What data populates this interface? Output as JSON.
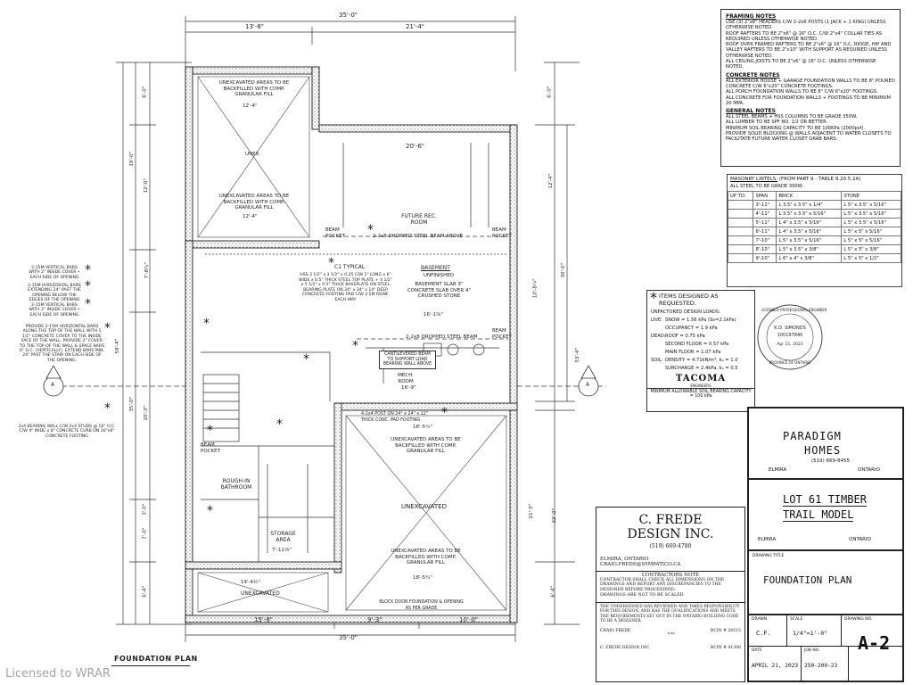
{
  "dimensions": {
    "top_overall": "35'-0\"",
    "top_left": "13'-8\"",
    "top_right": "21'-4\"",
    "bottom_overall": "35'-0\"",
    "bottom_left": "15'-8\"",
    "bottom_mid": "9'-3\"",
    "bottom_right": "10'-0\"",
    "left_a": "18'-0\"",
    "left_b": "6'-0\"",
    "left_c": "12'-0\"",
    "left_d": "7'-8¾\"",
    "left_e": "20'-3\"",
    "left_f": "35'-0\"",
    "left_g": "3'-0\"",
    "left_h": "7'-0\"",
    "left_i": "6'-4\"",
    "left_overall": "59'-4\"",
    "right_a": "6'-0\"",
    "right_b": "12'-4\"",
    "right_c": "30'-0\"",
    "right_d": "53'-4\"",
    "right_e": "21'-3\"",
    "right_f": "22'-0\"",
    "right_g": "6'-4\"",
    "right_h": "10'-8¼\""
  },
  "rooms": {
    "unex_top_note1": "UNEXCAVATED AREAS TO BE BACKFILLED WITH COMP. GRANULAR FILL",
    "unex_top_dim": "12'-4\"",
    "unex_label": "UNEX.",
    "unex_top_note2": "UNEXCAVATED AREAS TO BE BACKFILLED WITH COMP. GRANULAR FILL",
    "unex_top_dim2": "12'-4\"",
    "future_rec": "FUTURE REC. ROOM",
    "rec_dim": "20'-6\"",
    "dropped_beam": "2-2x8 DROPPED STEEL BEAM ABOVE",
    "basement": "BASEMENT",
    "unfinished": "UNFINISHED",
    "basement_slab": "BASEMENT SLAB 3\" CONCRETE SLAB OVER 4\" CRUSHED STONE",
    "c1_typical": "C1 TYPICAL",
    "c1_note": "HSS 3 1/2\" x 3 1/2\" x 0.25 C/W 1\" LONG x 6\" WIDE x 0.5\" THICK STEEL TOP PLATE + 4 1/2\" x 5 1/2\" x 0.5\" THICK BASEPLATE ON STEEL BEARING PLATE ON 34\" x 34\" x 14\" DEEP CONCRETE FOOTING PAD C/W 3 5M REINF. EACH WAY",
    "mech": "MECH. ROOM",
    "mech_dim": "16'-9\"",
    "cantilevered": "CANTILEVERED BEAM TO SUPPORT LOAD BEARING WALL ABOVE",
    "rough_in": "ROUGH-IN BATHROOM",
    "storage": "STORAGE AREA",
    "storage_dim": "7'-11⅛\"",
    "unexcavated": "UNEXCAVATED",
    "unex_mid_note": "UNEXCAVATED AREAS TO BE BACKFILLED WITH COMP. GRANULAR FILL",
    "unex_mid_dim": "18'-5¼\"",
    "unex_low_note": "UNEXCAVATED AREAS TO BE BACKFILLED WITH COMP. GRANULAR FILL",
    "unex_low_dim": "18'-5¼\"",
    "unex_bottom": "UNEXCAVATED",
    "unex_bottom_dim": "14'-4½\"",
    "block_note": "BLOCK DOOR FOUNDATION & OPENING AS PER GRADE",
    "pad_note": "4-2x4 POST ON 24\" x 24\" x 12\" THICK CONC. PAD FOOTING",
    "beam_pocket": "BEAM POCKET",
    "dropped_steel": "2-2x8 DROPPED STEEL BEAM"
  },
  "left_notes": [
    "2-15M VERTICAL BARS WITH 2\" INSIDE COVER • EACH SIDE OF OPENING",
    "2-15M HORIZONTAL BARS EXTENDING 24\" PAST THE OPENING BELOW THE EDGES OF THE OPENING",
    "2-15M VERTICAL BARS WITH 2\" INSIDE COVER • EACH SIDE OF OPENING",
    "PROVIDE 2-15M HORIZONTAL BARS ALONG THE TOP OF THE WALL WITH 1 1/2\" CONCRETE COVER TO THE INSIDE FACE OF THE WALL. PROVIDE 2\" COVER TO THE TOP OF THE WALL & SPACE BARS 6\" O.C. (VERTICALLY). EXTEND BARS MIN. 24\" PAST THE STAIR ON EACH SIDE OF THE OPENING.",
    "2x4 BEARING WALL C/W 2x4 STUDS @ 16\" O.C. C/W 4\" WIDE x 8\" CONCRETE CURB ON 16\"x6\" CONCRETE FOOTING"
  ],
  "section_marker": "A",
  "framing_notes": {
    "title": "FRAMING NOTES",
    "lines": [
      "USE (3) 2\"x8\" HEADERS C/W 2-2x6 POSTS (1 JACK + 1 KING) UNLESS OTHERWISE NOTED.",
      "ROOF RAFTERS TO BE 2\"x6\" @ 16\" O.C. C/W 2\"x4\" COLLAR TIES AS REQUIRED UNLESS OTHERWISE NOTED.",
      "ROOF OVER FRAMED RAFTERS TO BE 2\"x6\" @ 16\" O.C. RIDGE, HIP AND VALLEY RAFTERS TO BE 2\"x10\" WITH SUPPORT AS REQUIRED UNLESS OTHERWISE NOTED.",
      "ALL CEILING JOISTS TO BE 2\"x6\" @ 16\" O.C. UNLESS OTHERWISE NOTED."
    ]
  },
  "concrete_notes": {
    "title": "CONCRETE NOTES",
    "lines": [
      "ALL EXTERIOR HOUSE + GARAGE FOUNDATION WALLS TO BE 8\" POURED CONCRETE C/W 6\"x20\" CONCRETE FOOTINGS.",
      "ALL PORCH FOUNDATION WALLS TO BE 8\" C/W 6\"x20\" FOOTINGS.",
      "ALL CONCRETE FOR FOUNDATION WALLS + FOOTINGS TO BE MINIMUM 20 MPA."
    ]
  },
  "general_notes": {
    "title": "GENERAL NOTES",
    "lines": [
      "ALL STEEL BEAMS + HSS COLUMNS TO BE GRADE 350W.",
      "ALL LUMBER TO BE SPF NO. 1/2 OR BETTER.",
      "MINIMUM SOIL BEARING CAPACITY TO BE 100KPa (2000psf).",
      "PROVIDE SOLID BLOCKING @ WALLS ADJACENT TO WATER CLOSETS TO FACILITATE FUTURE WATER CLOSET GRAB BARS."
    ]
  },
  "lintels": {
    "title": "MASONRY LINTELS:",
    "ref": "(FROM PART 9 - TABLE 9.20.5.2A)",
    "grade": "ALL STEEL TO BE GRADE 300W.",
    "headers": [
      "UP TO:",
      "SPAN",
      "BRICK",
      "STONE"
    ],
    "rows": [
      [
        "",
        "3'-11\"",
        "L 3.5\" x 3.5\" x 1/4\"",
        "L 5\" x 3.5\" x 5/16\""
      ],
      [
        "",
        "4'-11\"",
        "L 3.5\" x 3.5\" x 5/16\"",
        "L 5\" x 3.5\" x 5/16\""
      ],
      [
        "",
        "5'-11\"",
        "L 4\" x 3.5\" x 5/16\"",
        "L 5\" x 3.5\" x 5/16\""
      ],
      [
        "",
        "6'-11\"",
        "L 4\" x 3.5\" x 5/16\"",
        "L 5\" x 5\" x 5/16\""
      ],
      [
        "",
        "7'-10\"",
        "L 5\" x 3.5\" x 5/16\"",
        "L 5\" x 5\" x 5/16\""
      ],
      [
        "",
        "8'-10\"",
        "L 5\" x 3.5\" x 3/8\"",
        "L 5\" x 5\" x 3/8\""
      ],
      [
        "",
        "9'-10\"",
        "L 6\" x 4\" x 3/8\"",
        "L 5\" x 5\" x 1/2\""
      ]
    ]
  },
  "loads": {
    "title": "ITEMS DESIGNED AS REQUESTED.",
    "subtitle": "UNFACTORED DESIGN LOADS:",
    "rows": [
      {
        "k": "LIVE:",
        "v": "SNOW = 1.56 kPa (Ss=2.1kPa)"
      },
      {
        "k": "",
        "v": "OCCUPANCY = 1.9 kPa"
      },
      {
        "k": "DEAD:",
        "v": "ROOF = 0.75 kPa"
      },
      {
        "k": "",
        "v": "SECOND FLOOR = 0.57 kPa"
      },
      {
        "k": "",
        "v": "MAIN FLOOR = 1.07 kPa"
      },
      {
        "k": "SOIL:",
        "v": "DENSITY = 4.71kN/m³, k₀ = 1.0"
      },
      {
        "k": "",
        "v": "SURCHARGE = 2.4kPa, kₐ = 0.5"
      }
    ],
    "brand": "TACOMA",
    "brand_sub": "ENGINEERS",
    "bearing": "MINIMUM ALLOWABLE SOIL BEARING CAPACITY = 100 kPa"
  },
  "seal": {
    "outer": "LICENSED PROFESSIONAL ENGINEER",
    "name": "K.D. SIMONDS",
    "number": "100197840",
    "date": "Apr 21, 2023",
    "province": "PROVINCE OF ONTARIO"
  },
  "designer": {
    "name1": "C. FREDE",
    "name2": "DESIGN INC.",
    "phone": "(519) 669-4780",
    "city": "ELMIRA, ONTARIO",
    "email": "CRAIG.FREDE@SYMPATICO.CA",
    "contractors_title": "CONTRACTORS NOTE",
    "contractors_text": "CONTRACTOR SHALL CHECK ALL DIMENSIONS ON THE DRAWINGS AND REPORT ANY DISCREPANCIES TO THE DESIGNER BEFORE PROCEEDING",
    "not_scaled": "DRAWINGS ARE NOT TO BE SCALED",
    "responsibility": "THE UNDERSIGNED HAS REVIEWED AND TAKES RESPONSIBILITY FOR THIS DESIGN, AND HAS THE QUALIFICATIONS AND MEETS THE REQUIREMENTS SET OUT IN THE ONTARIO BUILDING CODE TO BE A DESIGNER.",
    "person": "CRAIG FREDE",
    "bcin1": "BCIN # 20515",
    "company": "C. FREDE DESIGN INC.",
    "bcin2": "BCIN # 41306"
  },
  "title_block": {
    "client1": "PARADIGM",
    "client2": "HOMES",
    "client_phone": "(519) 669-8455",
    "client_city": "ELMIRA",
    "client_prov": "ONTARIO",
    "project1": "LOT 61 TIMBER",
    "project2": "TRAIL MODEL",
    "project_city": "ELMIRA",
    "project_prov": "ONTARIO",
    "drawing_title_label": "DRAWING TITLE",
    "drawing_title": "FOUNDATION PLAN",
    "drawn_label": "DRAWN",
    "drawn": "C.F.",
    "scale_label": "SCALE",
    "scale": "1/4\"=1'-0\"",
    "date_label": "DATE",
    "date": "APRIL 21, 2023",
    "job_label": "JOB NO.",
    "job": "250-200-23",
    "drawing_no_label": "DRAWING NO.",
    "drawing_no": "A-2"
  },
  "plan_title": "FOUNDATION PLAN",
  "watermark": "Licensed to WRAR"
}
